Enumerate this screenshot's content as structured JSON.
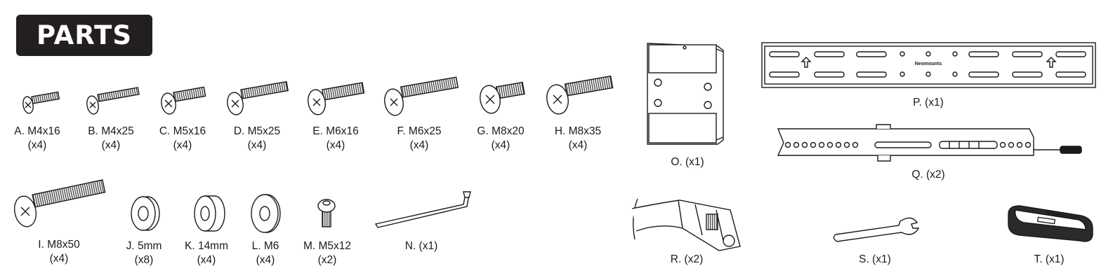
{
  "header": {
    "title": "PARTS"
  },
  "parts": [
    {
      "name": "A. M4x16",
      "qty": "(x4)"
    },
    {
      "name": "B. M4x25",
      "qty": "(x4)"
    },
    {
      "name": "C. M5x16",
      "qty": "(x4)"
    },
    {
      "name": "D. M5x25",
      "qty": "(x4)"
    },
    {
      "name": "E. M6x16",
      "qty": "(x4)"
    },
    {
      "name": "F. M6x25",
      "qty": "(x4)"
    },
    {
      "name": "G. M8x20",
      "qty": "(x4)"
    },
    {
      "name": "H. M8x35",
      "qty": "(x4)"
    },
    {
      "name": "I. M8x50",
      "qty": "(x4)"
    },
    {
      "name": "J. 5mm",
      "qty": "(x8)"
    },
    {
      "name": "K. 14mm",
      "qty": "(x4)"
    },
    {
      "name": "L. M6",
      "qty": "(x4)"
    },
    {
      "name": "M. M5x12",
      "qty": "(x2)"
    },
    {
      "name": "N. (x1)",
      "qty": ""
    },
    {
      "name": "O. (x1)",
      "qty": ""
    },
    {
      "name": "P. (x1)",
      "qty": ""
    },
    {
      "name": "Q. (x2)",
      "qty": ""
    },
    {
      "name": "R. (x2)",
      "qty": ""
    },
    {
      "name": "S. (x1)",
      "qty": ""
    },
    {
      "name": "T. (x1)",
      "qty": ""
    }
  ],
  "brand": {
    "logo_text": "Neomounts"
  },
  "colors": {
    "badge_bg": "#231f20",
    "line": "#1a1a1a"
  }
}
